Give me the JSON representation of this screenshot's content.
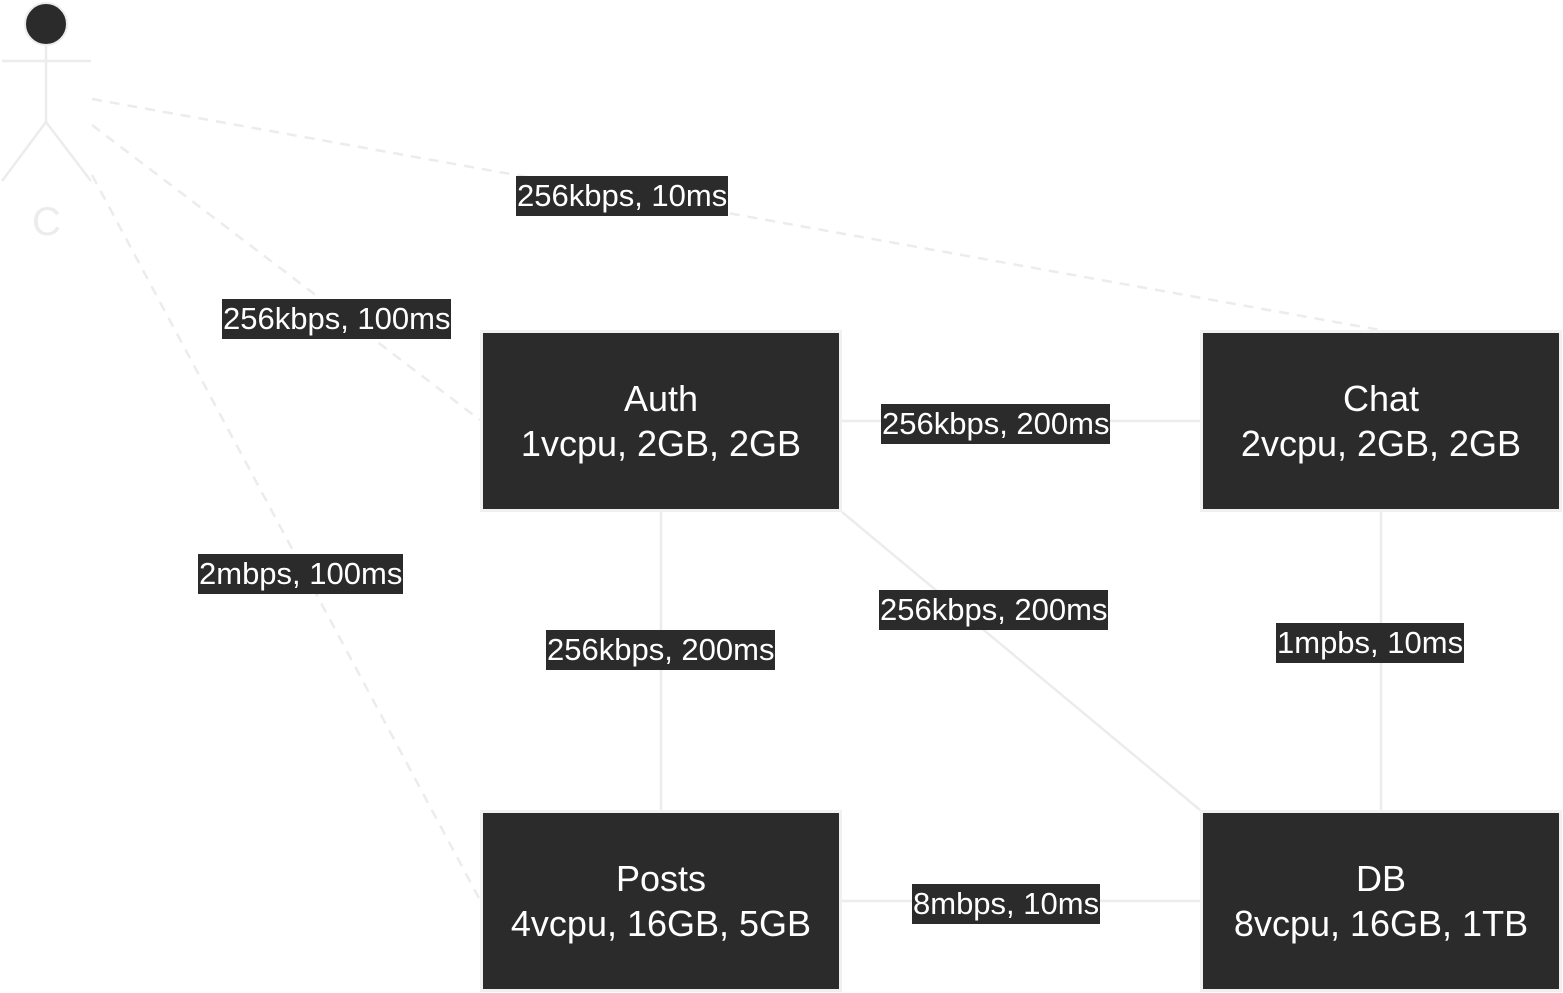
{
  "actor": {
    "name": "C"
  },
  "nodes": {
    "auth": {
      "title": "Auth",
      "spec": "1vcpu, 2GB, 2GB"
    },
    "chat": {
      "title": "Chat",
      "spec": "2vcpu, 2GB, 2GB"
    },
    "posts": {
      "title": "Posts",
      "spec": "4vcpu, 16GB, 5GB"
    },
    "db": {
      "title": "DB",
      "spec": "8vcpu, 16GB, 1TB"
    }
  },
  "edges": {
    "c_chat": {
      "from": "C",
      "to": "Chat",
      "label": "256kbps, 10ms",
      "style": "dashed"
    },
    "c_auth": {
      "from": "C",
      "to": "Auth",
      "label": "256kbps, 100ms",
      "style": "dashed"
    },
    "c_posts": {
      "from": "C",
      "to": "Posts",
      "label": "2mbps, 100ms",
      "style": "dashed"
    },
    "auth_chat": {
      "from": "Auth",
      "to": "Chat",
      "label": "256kbps, 200ms",
      "style": "solid"
    },
    "auth_posts": {
      "from": "Auth",
      "to": "Posts",
      "label": "256kbps, 200ms",
      "style": "solid"
    },
    "auth_db": {
      "from": "Auth",
      "to": "DB",
      "label": "256kbps, 200ms",
      "style": "solid"
    },
    "chat_db": {
      "from": "Chat",
      "to": "DB",
      "label": "1mpbs, 10ms",
      "style": "solid"
    },
    "posts_db": {
      "from": "Posts",
      "to": "DB",
      "label": "8mbps, 10ms",
      "style": "solid"
    }
  },
  "colors": {
    "node_fill": "#2b2b2b",
    "node_border": "#f0f0f0",
    "edge_line": "#ececec",
    "text": "#ffffff"
  }
}
